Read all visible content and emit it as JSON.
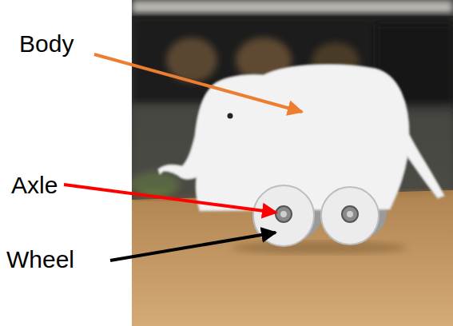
{
  "diagram": {
    "labels": [
      "Body",
      "Axle",
      "Wheel"
    ]
  }
}
